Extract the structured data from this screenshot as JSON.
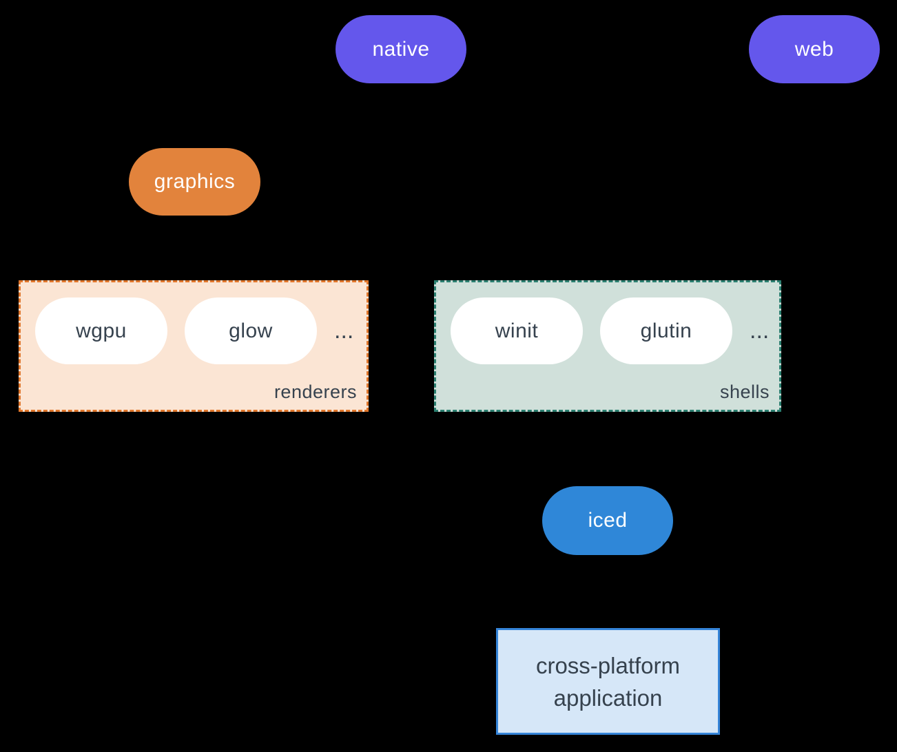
{
  "theme": {
    "background": "#000000",
    "purple": "#6457ec",
    "orange": "#e2833c",
    "blue": "#2f87d8",
    "connector": "#79879​5",
    "pill_white": "#ffffff",
    "white_text": "#ffffff",
    "dark_text": "#36424e",
    "renderers_fill": "#fbe5d4",
    "renderers_border": "#e0762b",
    "shells_fill": "#d0e0da",
    "shells_border": "#2b7f70",
    "app_fill": "#d6e7f8",
    "app_border": "#3584d8"
  },
  "nodes": {
    "native": {
      "label": "native"
    },
    "web": {
      "label": "web"
    },
    "graphics": {
      "label": "graphics"
    },
    "iced": {
      "label": "iced"
    }
  },
  "groups": {
    "renderers": {
      "label": "renderers",
      "items": [
        "wgpu",
        "glow"
      ],
      "ellipsis": "..."
    },
    "shells": {
      "label": "shells",
      "items": [
        "winit",
        "glutin"
      ],
      "ellipsis": "..."
    }
  },
  "app_box": {
    "line1": "cross-platform",
    "line2": "application"
  }
}
